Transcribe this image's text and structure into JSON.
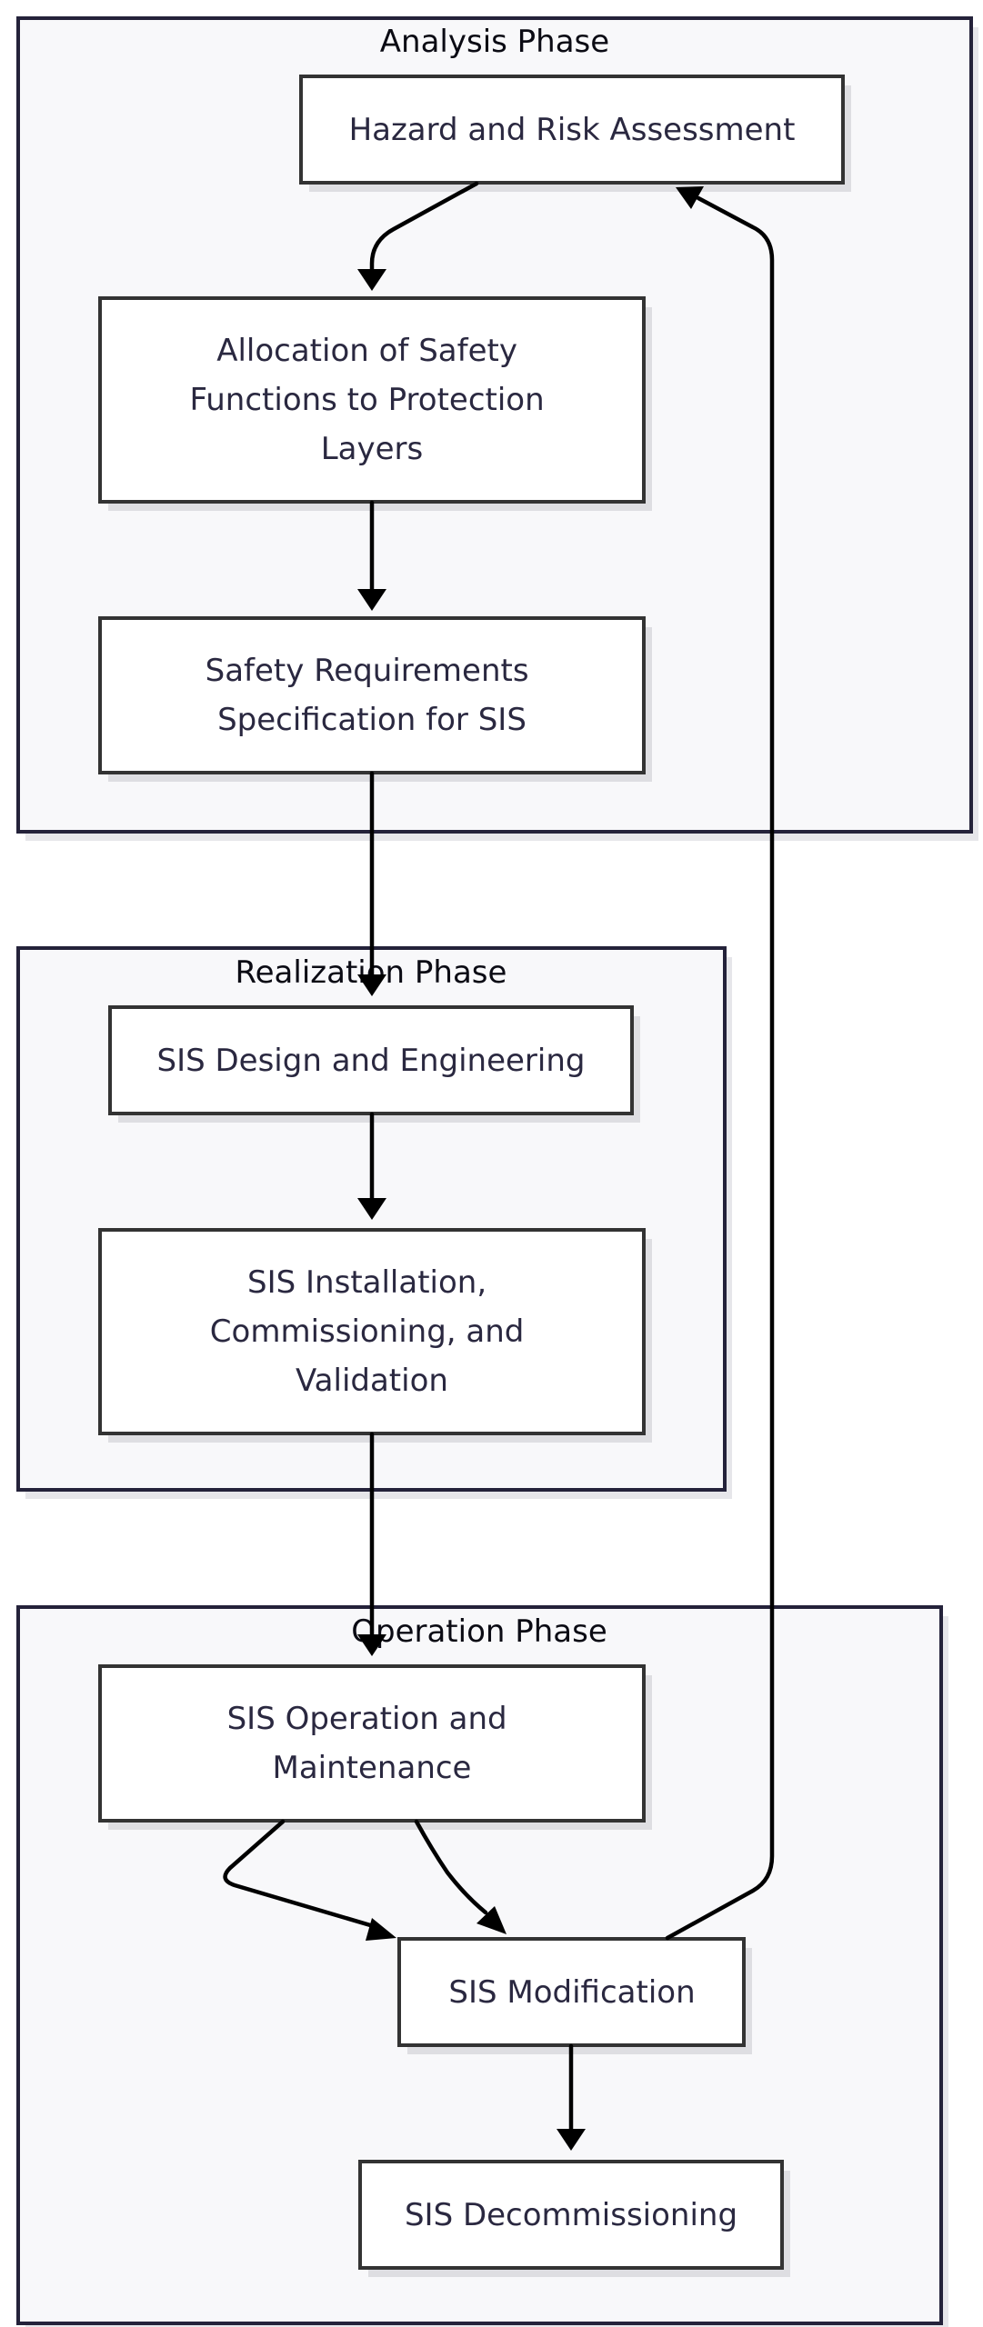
{
  "diagram": {
    "type": "flowchart",
    "phases": {
      "analysis": {
        "title": "Analysis Phase"
      },
      "realization": {
        "title": "Realization Phase"
      },
      "operation": {
        "title": "Operation Phase"
      }
    },
    "nodes": {
      "hazard_risk": {
        "lines": [
          "Hazard and Risk Assessment"
        ]
      },
      "allocation": {
        "lines": [
          "Allocation of Safety",
          "Functions to Protection",
          "Layers"
        ]
      },
      "srs": {
        "lines": [
          "Safety Requirements",
          "Specification for SIS"
        ]
      },
      "design": {
        "lines": [
          "SIS Design and Engineering"
        ]
      },
      "install": {
        "lines": [
          "SIS Installation,",
          "Commissioning, and",
          "Validation"
        ]
      },
      "operation": {
        "lines": [
          "SIS Operation and",
          "Maintenance"
        ]
      },
      "modification": {
        "lines": [
          "SIS Modification"
        ]
      },
      "decommission": {
        "lines": [
          "SIS Decommissioning"
        ]
      }
    },
    "edges": [
      {
        "from": "hazard_risk",
        "to": "allocation"
      },
      {
        "from": "allocation",
        "to": "srs"
      },
      {
        "from": "srs",
        "to": "design"
      },
      {
        "from": "design",
        "to": "install"
      },
      {
        "from": "install",
        "to": "operation"
      },
      {
        "from": "operation",
        "to": "modification"
      },
      {
        "from": "operation",
        "to": "modification"
      },
      {
        "from": "modification",
        "to": "decommission"
      },
      {
        "from": "modification",
        "to": "hazard_risk"
      }
    ],
    "colors": {
      "cluster_fill": "#f8f8fa",
      "cluster_stroke": "#24223a",
      "node_fill": "#ffffff",
      "node_stroke": "#333333",
      "edge": "#000000",
      "text": "#2a2840"
    }
  }
}
